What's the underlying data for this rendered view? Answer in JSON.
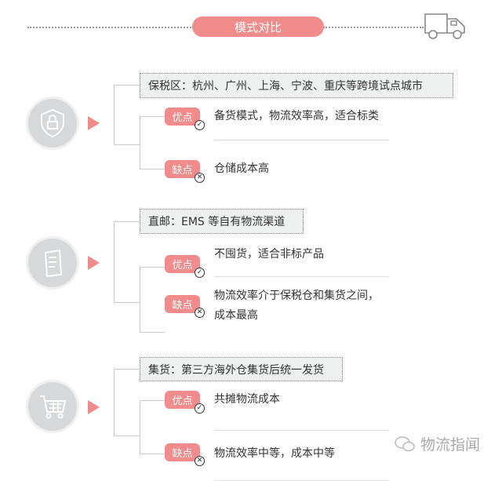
{
  "title": "模式对比",
  "sections": [
    {
      "header": "保税区：杭州、广州、上海、宁波、重庆等跨境试点城市",
      "icon": "shield-lock-icon",
      "pros_label": "优点",
      "pros": "备货模式，物流效率高，适合标类",
      "cons_label": "缺点",
      "cons": [
        "仓储成本高"
      ]
    },
    {
      "header": "直邮：EMS 等自有物流渠道",
      "icon": "parcel-icon",
      "pros_label": "优点",
      "pros": "不囤货，适合非标产品",
      "cons_label": "缺点",
      "cons": [
        "物流效率介于保税仓和集货之间，",
        "成本最高"
      ]
    },
    {
      "header": "集货：第三方海外仓集货后统一发货",
      "icon": "shopping-cart-icon",
      "pros_label": "优点",
      "pros": "共摊物流成本",
      "cons_label": "缺点",
      "cons": [
        "物流效率中等，成本中等"
      ]
    }
  ],
  "watermark": "物流指闻",
  "colors": {
    "accent": "#f28c8c",
    "header_bg": "#edf0ef",
    "circle": "#d6d8da"
  }
}
